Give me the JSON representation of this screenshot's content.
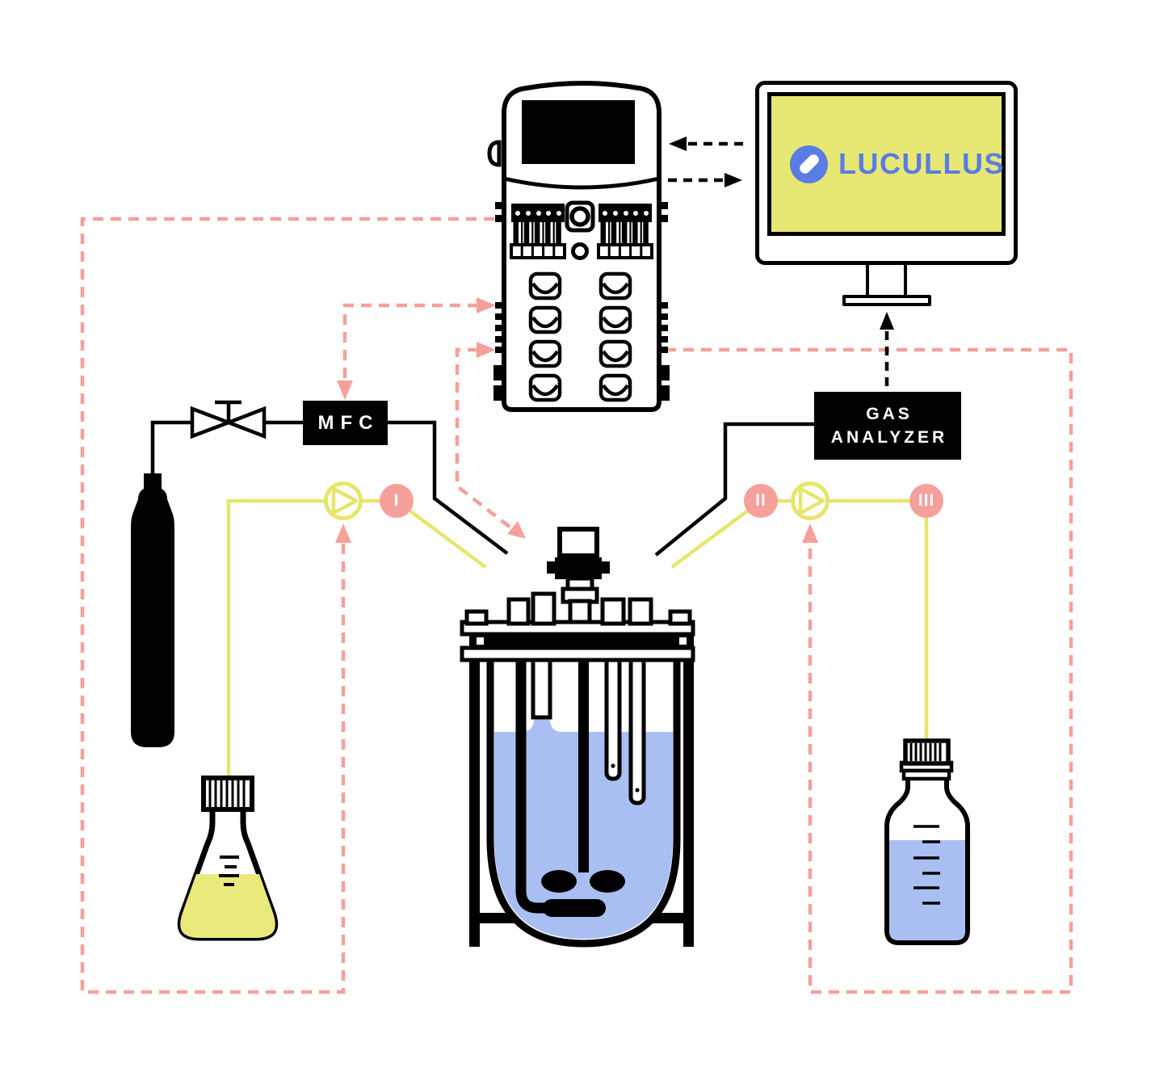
{
  "monitor": {
    "logo_text": "LUCULLUS"
  },
  "labels": {
    "mfc": "MFC",
    "gas_analyzer_line1": "GAS",
    "gas_analyzer_line2": "ANALYZER"
  },
  "pump_stations": [
    {
      "numeral": "I"
    },
    {
      "numeral": "II"
    },
    {
      "numeral": "III"
    }
  ],
  "icons": {
    "logo_icon": "lucullus-circle-icon",
    "valve": "valve-icon",
    "pumps": "peristaltic-pump-icon",
    "vessel": "bioreactor",
    "cylinder": "gas-cylinder",
    "flask": "erlenmeyer-flask",
    "bottle": "media-bottle",
    "controller": "bioprocess-controller",
    "screen": "monitor"
  },
  "colors": {
    "salmon": "#F5A09A",
    "tube_yellow": "#E5E66C",
    "screen_yellow": "#E7E873",
    "flask_yellow": "#EAEA7C",
    "liquid_blue": "#A9BFF2",
    "logo_blue": "#5B7CE4",
    "ink": "#000000"
  }
}
